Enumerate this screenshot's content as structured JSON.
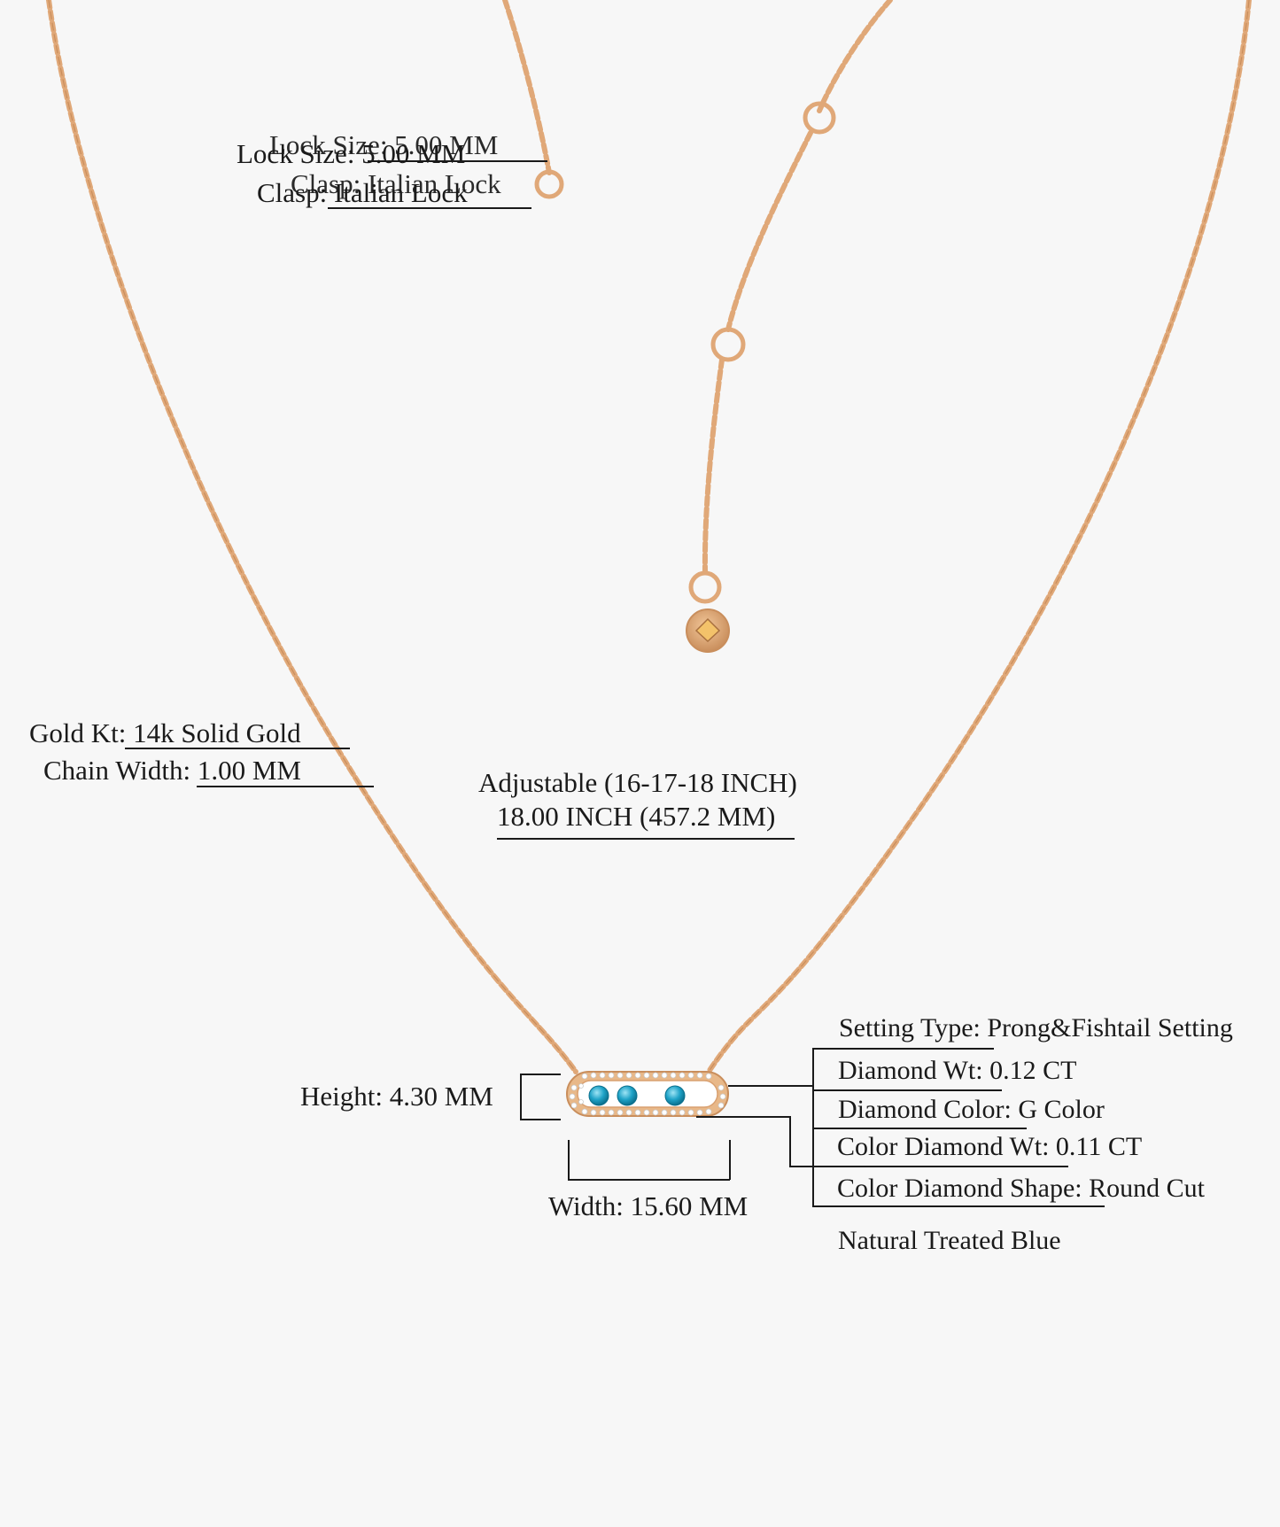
{
  "colors": {
    "background": "#f7f7f7",
    "gold_chain": "#e0a878",
    "gold_dark": "#c98e5c",
    "blue_stone": "#1fa3c8",
    "diamond": "#ffffff",
    "text": "#1a1a1a"
  },
  "labels": {
    "lock_size": "Lock Size: 5.00 MM",
    "clasp": "Clasp: Italian Lock",
    "gold_kt": "Gold Kt: 14k Solid Gold",
    "chain_width": "Chain Width: 1.00 MM",
    "adjustable": "Adjustable (16-17-18 INCH)",
    "length": "18.00 INCH (457.2 MM)",
    "height": "Height: 4.30 MM",
    "width": "Width: 15.60 MM",
    "setting_type": "Setting Type: Prong&Fishtail Setting",
    "diamond_wt": "Diamond Wt: 0.12 CT",
    "diamond_color": "Diamond Color: G Color",
    "color_diamond_wt": "Color Diamond Wt: 0.11 CT",
    "color_diamond_shape": "Color Diamond Shape: Round Cut",
    "natural_treated": "Natural Treated Blue"
  },
  "product": {
    "blue_stone_count": 3,
    "clasp_icon": "lobster-clasp-icon",
    "tag_icon": "heart-tag-icon"
  }
}
